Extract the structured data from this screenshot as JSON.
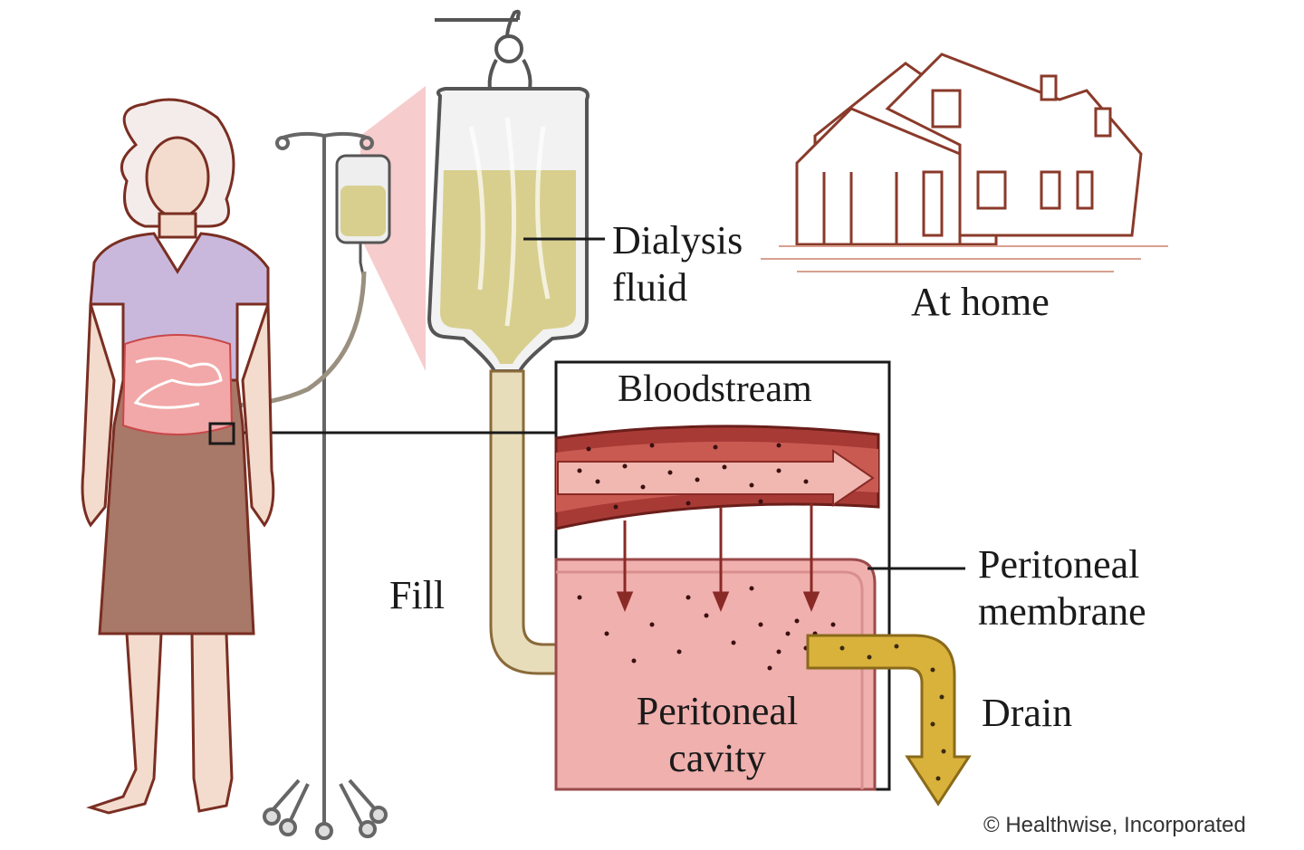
{
  "labels": {
    "dialysis_fluid_line1": "Dialysis",
    "dialysis_fluid_line2": "fluid",
    "at_home": "At home",
    "bloodstream": "Bloodstream",
    "peritoneal_membrane_line1": "Peritoneal",
    "peritoneal_membrane_line2": "membrane",
    "fill": "Fill",
    "drain": "Drain",
    "peritoneal_cavity_line1": "Peritoneal",
    "peritoneal_cavity_line2": "cavity"
  },
  "copyright": "© Healthwise, Incorporated",
  "colors": {
    "outline": "#7a2e22",
    "fluid": "#d8cf8e",
    "tube_fill": "#e8ddbb",
    "drain_fluid": "#d9b23c",
    "blood_vessel": "#a83a36",
    "cavity": "#f0b0ae",
    "shirt": "#c9b8dc",
    "skirt": "#a87868",
    "skin": "#f3dccd",
    "intestine": "#f2a8a8",
    "zoom_cone": "#f4c3c3"
  }
}
